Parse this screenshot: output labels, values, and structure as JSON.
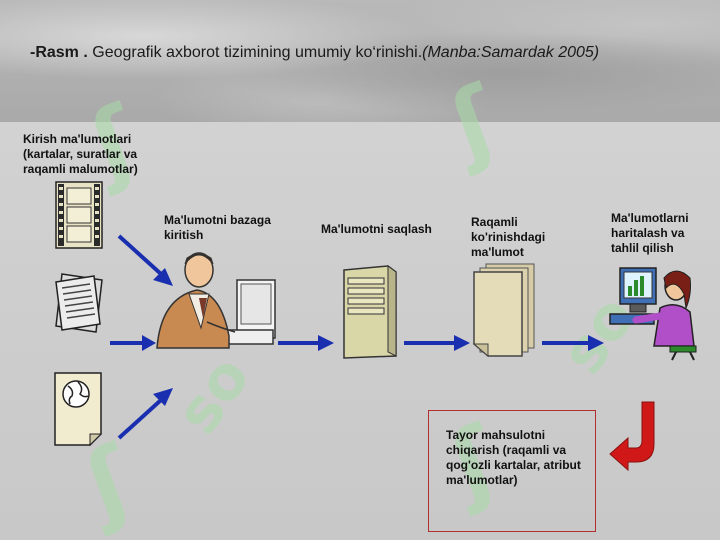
{
  "title": {
    "prefix": "-Rasm .",
    "text": " Geografik axborot tizimining umumiy ko‘rinishi.",
    "source": "(Manba:Samardak 2005)"
  },
  "labels": {
    "input": "Kirish ma'lumotlari (kartalar, suratlar va raqamli malumotlar)",
    "entry": "Ma'lumotni bazaga kiritish",
    "storage": "Ma'lumotni saqlash",
    "digital": "Raqamli ko'rinishdagi ma'lumot",
    "analysis": "Ma'lumotlarni haritalash va tahlil qilish",
    "output": "Tayor mahsulotni chiqarish (raqamli va qog'ozli kartalar, atribut ma'lumotlar)"
  },
  "colors": {
    "arrow": "#1a2fb0",
    "return_arrow": "#d01818",
    "output_border": "#b03030",
    "watermark": "#a8dca8"
  },
  "icons": [
    "film-strip-icon",
    "newspaper-icon",
    "globe-document-icon",
    "operator-at-computer-icon",
    "server-tower-icon",
    "document-stack-icon",
    "woman-at-computer-icon",
    "return-arrow-icon"
  ]
}
